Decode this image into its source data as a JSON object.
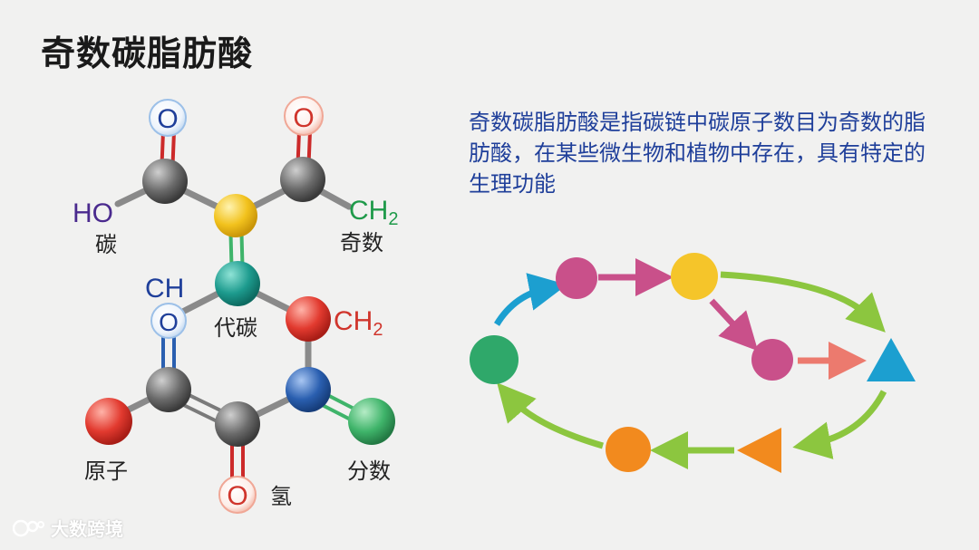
{
  "title": "奇数碳脂肪酸",
  "description": "奇数碳脂肪酸是指碳链中碳原子数目为奇数的脂肪酸，在某些微生物和植物中存在，具有特定的生理功能",
  "molecule": {
    "atom_labels": {
      "o_top_left": "O",
      "o_top_right": "O",
      "ho": "HO",
      "ch2_top": "CH",
      "ch2_top_sub": "2",
      "ch": "CH",
      "o_mid": "O",
      "ch2_mid": "CH",
      "ch2_mid_sub": "2",
      "o_bottom": "O"
    },
    "captions": {
      "tan": "碳",
      "jishu": "奇数",
      "daitan": "代碳",
      "yuanzi": "原子",
      "fenshu": "分数",
      "qing": "氢"
    }
  },
  "watermark": "大数跨境",
  "colors": {
    "title": "#1a1a1a",
    "description": "#1f3f9a",
    "carbon": "#6b6b6b",
    "yellow": "#f2c21d",
    "teal": "#1d9b8e",
    "red": "#e23a2f",
    "blue": "#2a5fb0",
    "green": "#3fb46a",
    "pink": "#c9508a",
    "orange": "#f28a1e",
    "cyan": "#1c9fd0",
    "lime": "#8cc63f",
    "salmon": "#ec7a6e"
  }
}
